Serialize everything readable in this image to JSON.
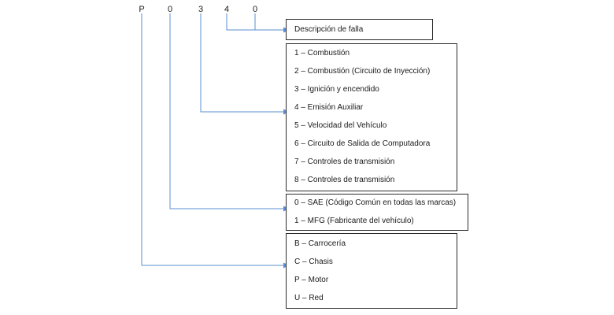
{
  "code": [
    "P",
    "0",
    "3",
    "4",
    "0"
  ],
  "boxes": {
    "description": {
      "items": [
        "Descripción de falla"
      ]
    },
    "subsystem": {
      "items": [
        "1 – Combustión",
        "2 – Combustión (Circuito de Inyección)",
        "3 – Ignición y encendido",
        "4 – Emisión Auxiliar",
        "5 – Velocidad del Vehículo",
        "6 – Circuito de Salida de Computadora",
        "7 – Controles de transmisión",
        "8 – Controles de transmisión"
      ]
    },
    "code_type": {
      "items": [
        "0 – SAE (Código Común en todas las marcas)",
        "1 – MFG (Fabricante del vehículo)"
      ]
    },
    "system": {
      "items": [
        "B – Carrocería",
        "C – Chasis",
        "P – Motor",
        "U – Red"
      ]
    }
  },
  "colors": {
    "connector": "#5b8fd0",
    "box_border": "#2b2b2b"
  }
}
